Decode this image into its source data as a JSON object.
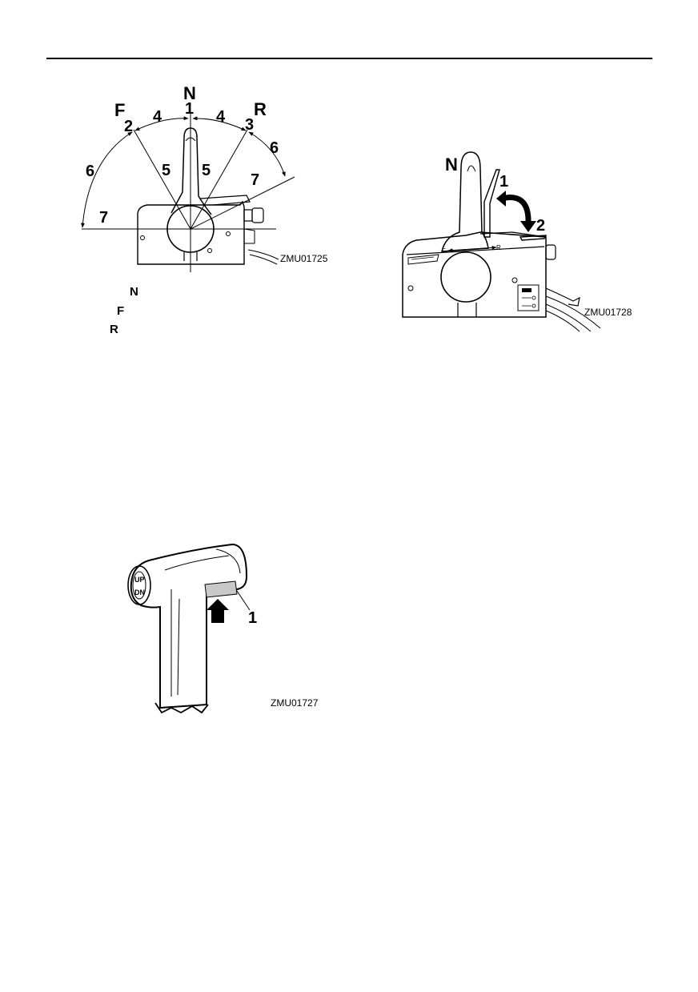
{
  "figure1": {
    "labels": {
      "n": "N",
      "f": "F",
      "r": "R",
      "c1": "1",
      "c2": "2",
      "c3": "3",
      "c4a": "4",
      "c4b": "4",
      "c5a": "5",
      "c5b": "5",
      "c6a": "6",
      "c6b": "6",
      "c7a": "7",
      "c7b": "7"
    },
    "code": "ZMU01725",
    "legend": [
      "N",
      "F",
      "R"
    ]
  },
  "figure2": {
    "labels": {
      "n": "N",
      "c1": "1",
      "c2": "2",
      "f": "F",
      "r": "R"
    },
    "code": "ZMU01728"
  },
  "figure3": {
    "labels": {
      "up": "UP",
      "dn": "DN",
      "c1": "1"
    },
    "code": "ZMU01727"
  }
}
